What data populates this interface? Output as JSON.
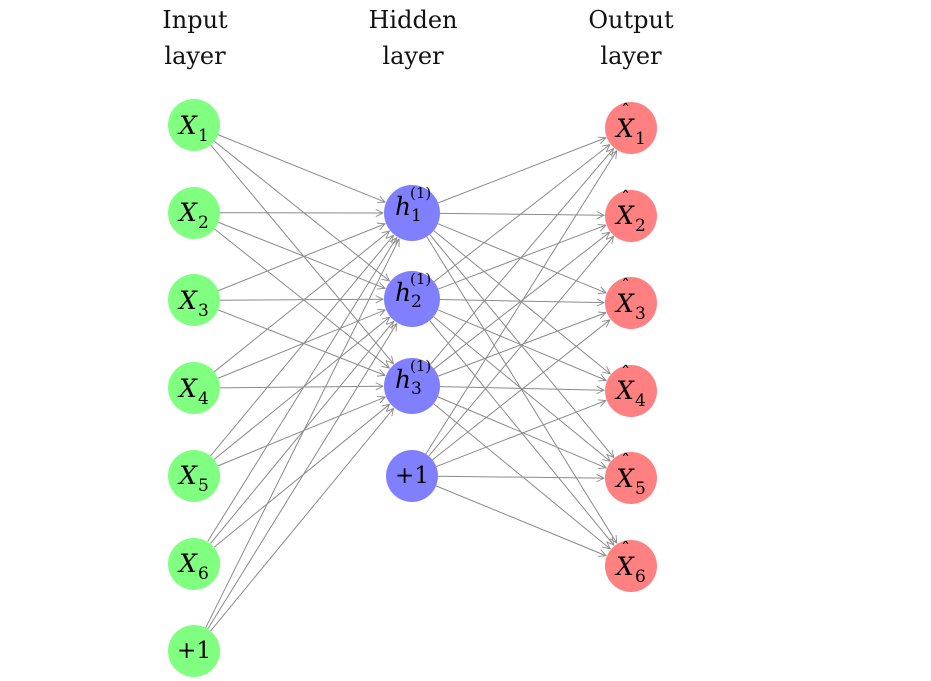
{
  "titles": {
    "input": [
      "Input",
      "layer"
    ],
    "hidden": [
      "Hidden",
      "layer"
    ],
    "output": [
      "Output",
      "layer"
    ]
  },
  "colors": {
    "input": "#80ff80",
    "hidden": "#8080ff",
    "output": "#ff8080",
    "edge": "#8a8a8a"
  },
  "layers": {
    "input": [
      {
        "kind": "var",
        "base": "X",
        "sub": "1"
      },
      {
        "kind": "var",
        "base": "X",
        "sub": "2"
      },
      {
        "kind": "var",
        "base": "X",
        "sub": "3"
      },
      {
        "kind": "var",
        "base": "X",
        "sub": "4"
      },
      {
        "kind": "var",
        "base": "X",
        "sub": "5"
      },
      {
        "kind": "var",
        "base": "X",
        "sub": "6"
      },
      {
        "kind": "bias",
        "text": "+1"
      }
    ],
    "hidden": [
      {
        "kind": "hid",
        "base": "h",
        "sub": "1",
        "sup": "(1)"
      },
      {
        "kind": "hid",
        "base": "h",
        "sub": "2",
        "sup": "(1)"
      },
      {
        "kind": "hid",
        "base": "h",
        "sub": "3",
        "sup": "(1)"
      },
      {
        "kind": "bias",
        "text": "+1"
      }
    ],
    "output": [
      {
        "kind": "hat",
        "base": "X",
        "sub": "1"
      },
      {
        "kind": "hat",
        "base": "X",
        "sub": "2"
      },
      {
        "kind": "hat",
        "base": "X",
        "sub": "3"
      },
      {
        "kind": "hat",
        "base": "X",
        "sub": "4"
      },
      {
        "kind": "hat",
        "base": "X",
        "sub": "5"
      },
      {
        "kind": "hat",
        "base": "X",
        "sub": "6"
      }
    ]
  },
  "connections": {
    "input_to_hidden": "all input nodes (incl. bias) to hidden neurons h1..h3 (not to hidden bias)",
    "hidden_to_output": "all hidden nodes (incl. bias) to all output nodes"
  }
}
